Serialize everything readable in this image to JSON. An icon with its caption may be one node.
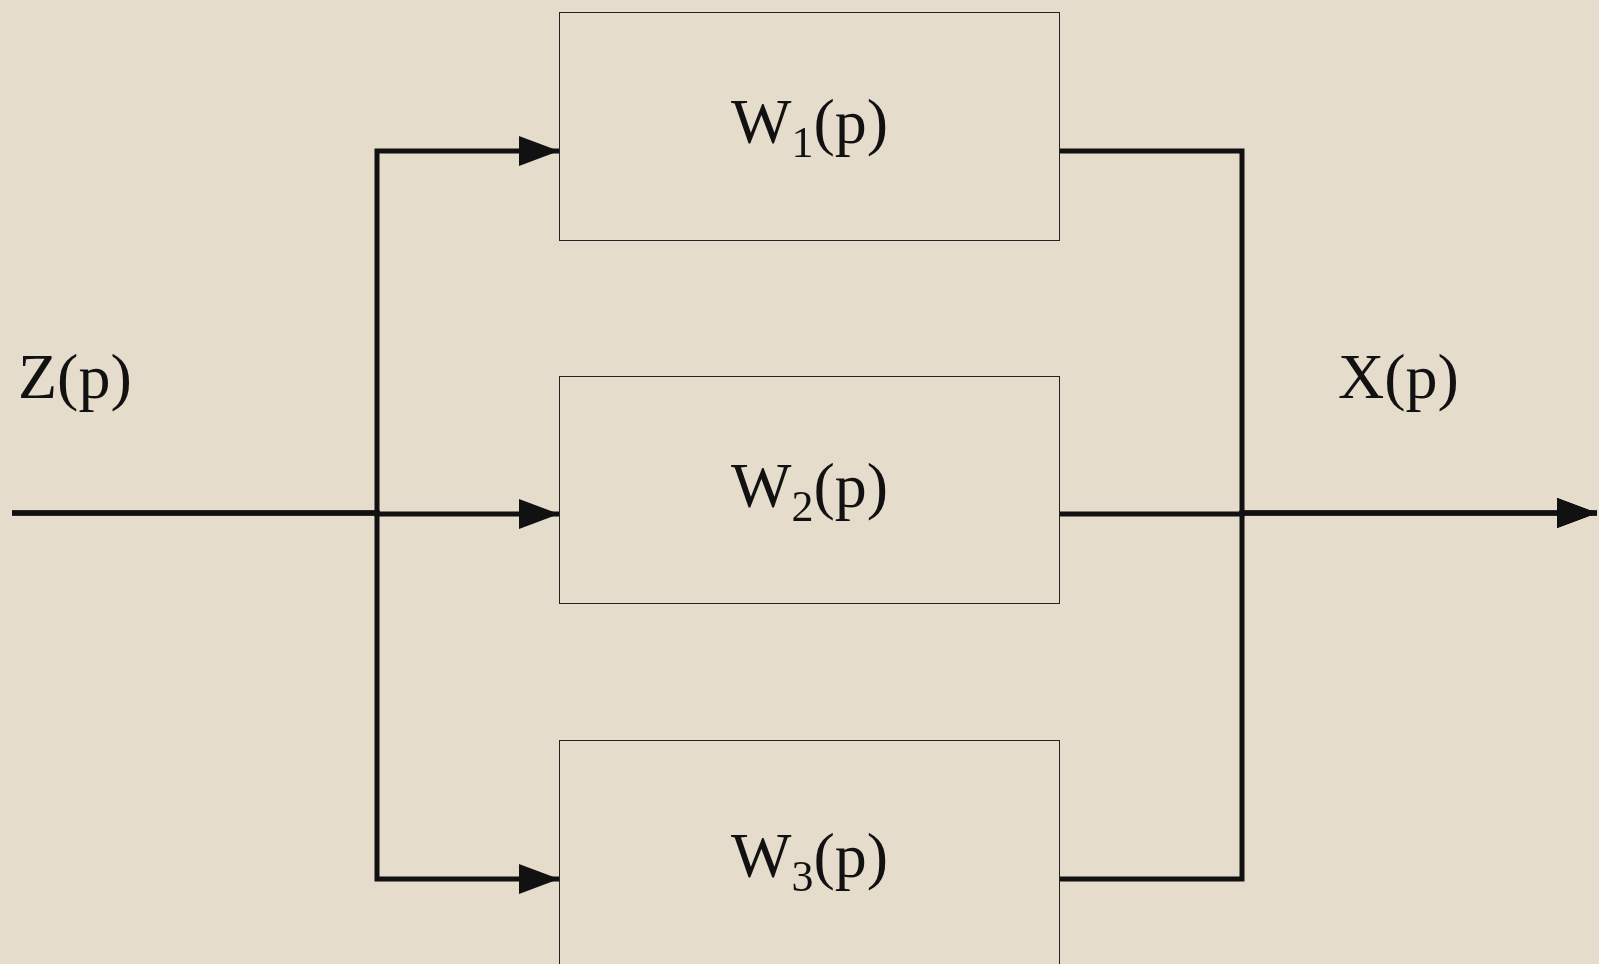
{
  "diagram": {
    "nodes": [
      {
        "text": [
          "W$_{1}$(p)"
        ]
      },
      {
        "text": [
          "W$_{2}$(p)"
        ]
      },
      {
        "text": [
          "W$_{3}$(p)"
        ]
      }
    ],
    "edges": [
      {
        "from": null,
        "to": 0,
        "arrow": "to"
      },
      {
        "from": null,
        "to": 1,
        "arrow": "to"
      },
      {
        "from": null,
        "to": 2,
        "arrow": "to"
      },
      {
        "from": 0,
        "to": null,
        "arrow": "to"
      },
      {
        "from": 1,
        "to": null,
        "arrow": "to"
      },
      {
        "from": 2,
        "to": null,
        "arrow": "to"
      }
    ],
    "labels": [
      "Z(p)",
      "X(p)"
    ]
  }
}
